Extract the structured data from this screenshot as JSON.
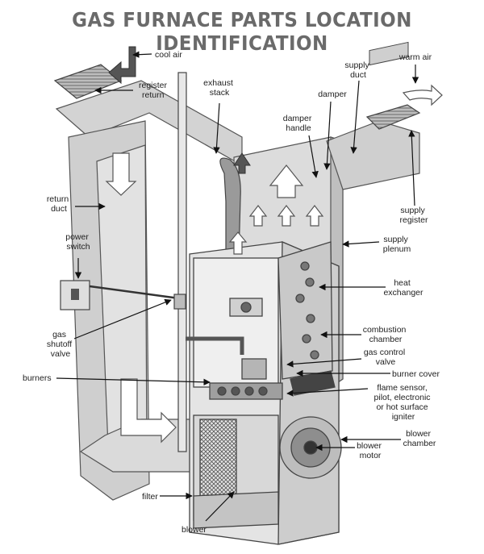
{
  "title": "GAS FURNACE PARTS LOCATION IDENTIFICATION",
  "labels": {
    "cool_air": "cool air",
    "register_return": [
      "register",
      "return"
    ],
    "exhaust_stack": [
      "exhaust",
      "stack"
    ],
    "supply_duct": [
      "supply",
      "duct"
    ],
    "warm_air": "warm air",
    "damper": "damper",
    "damper_handle": [
      "damper",
      "handle"
    ],
    "return_duct": [
      "return",
      "duct"
    ],
    "supply_register": [
      "supply",
      "register"
    ],
    "power_switch": [
      "power",
      "switch"
    ],
    "supply_plenum": [
      "supply",
      "plenum"
    ],
    "heat_exchanger": [
      "heat",
      "exchanger"
    ],
    "gas_shutoff_valve": [
      "gas",
      "shutoff",
      "valve"
    ],
    "combustion_chamber": [
      "combustion",
      "chamber"
    ],
    "gas_control_valve": [
      "gas control",
      "valve"
    ],
    "burners": "burners",
    "burner_cover": "burner cover",
    "flame_sensor": [
      "flame sensor,",
      "pilot, electronic",
      "or hot surface",
      "igniter"
    ],
    "blower_chamber": [
      "blower",
      "chamber"
    ],
    "blower_motor": [
      "blower",
      "motor"
    ],
    "filter": "filter",
    "blower": "blower"
  }
}
